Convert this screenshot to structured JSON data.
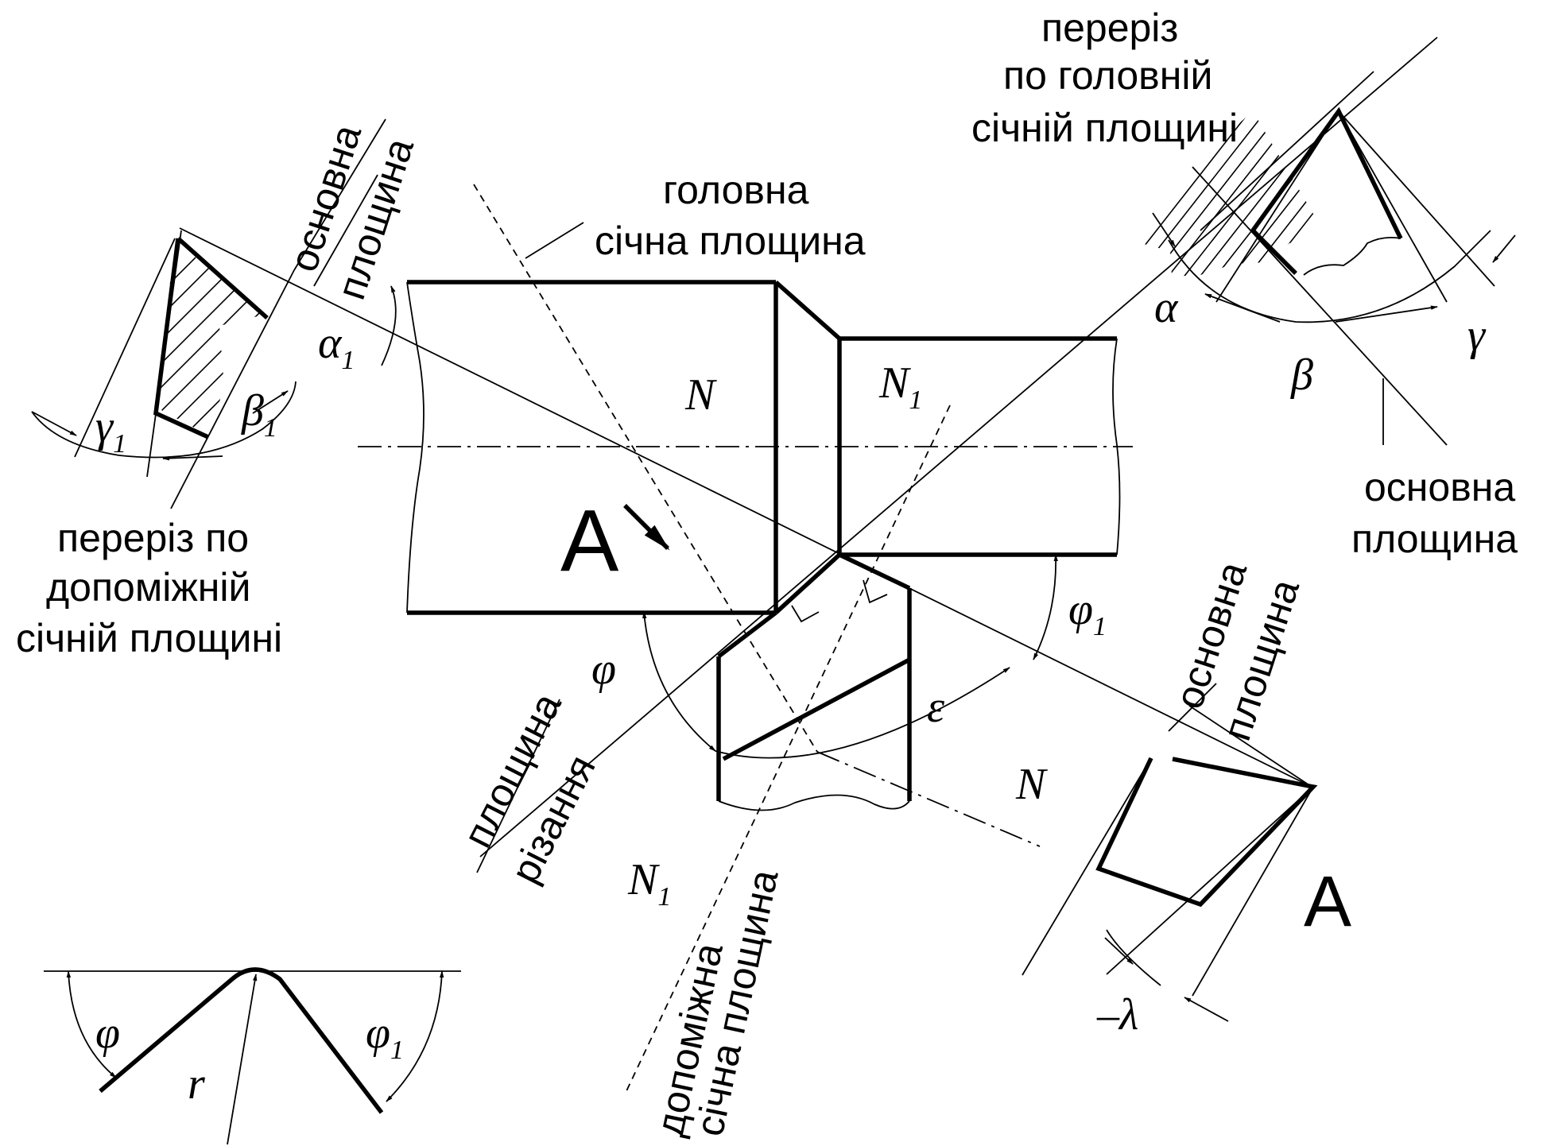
{
  "labels": {
    "main_section_title": [
      "переріз",
      "по головній",
      "січній площині"
    ],
    "aux_section_title": [
      "переріз по",
      "допоміжній",
      "січній площині"
    ],
    "main_cutting_plane": [
      "головна",
      "січна площина"
    ],
    "base_plane_left": [
      "основна",
      "площина"
    ],
    "base_plane_right": [
      "основна",
      "площина"
    ],
    "base_plane_view_a": [
      "основна",
      "площина"
    ],
    "cutting_plane": [
      "площина",
      "різання"
    ],
    "aux_cutting_plane": [
      "допоміжна",
      "січна площина"
    ],
    "view_letter": "A",
    "view_a_title": "A",
    "N": "N",
    "N1": "N",
    "sub_1": "1"
  },
  "angles": {
    "alpha": "α",
    "beta": "β",
    "gamma": "γ",
    "alpha1": "α",
    "beta1": "β",
    "gamma1": "γ",
    "phi": "φ",
    "phi1": "φ",
    "epsilon": "ε",
    "lambda": "–λ",
    "r": "r"
  }
}
